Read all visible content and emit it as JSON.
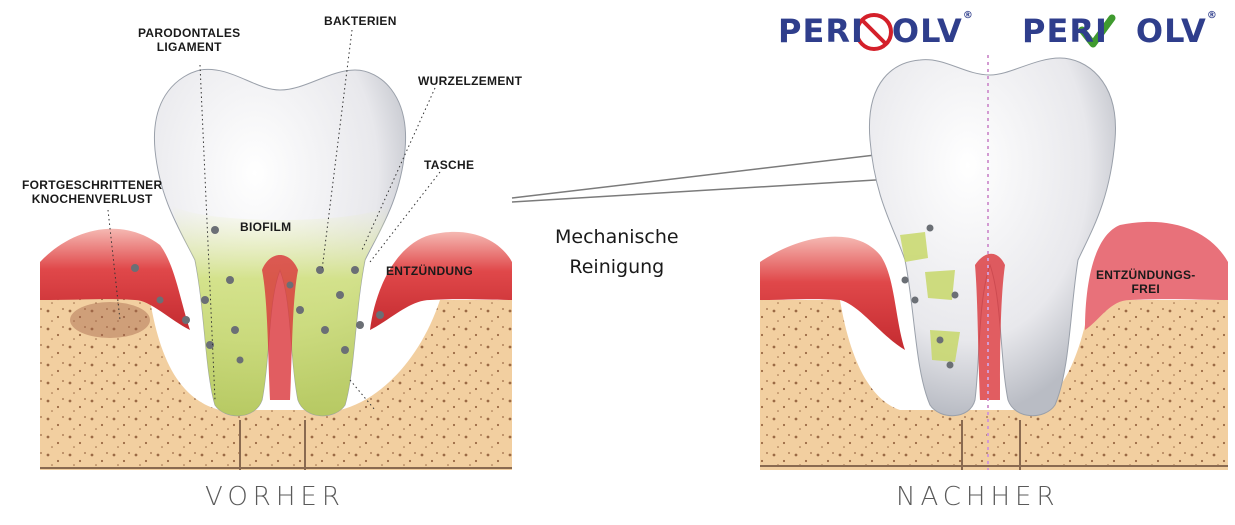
{
  "labels_left": {
    "parodontales_ligament_line1": "PARODONTALES",
    "parodontales_ligament_line2": "LIGAMENT",
    "bakterien": "BAKTERIEN",
    "wurzelzement": "WURZELZEMENT",
    "tasche": "TASCHE",
    "knochenverlust_line1": "FORTGESCHRITTENER",
    "knochenverlust_line2": "KNOCHENVERLUST",
    "biofilm": "BIOFILM",
    "entzuendung": "ENTZÜNDUNG"
  },
  "labels_right": {
    "entzuendungsfrei_line1": "ENTZÜNDUNGS-",
    "entzuendungsfrei_line2": "FREI"
  },
  "middle": {
    "line1": "Mechanische",
    "line2": "Reinigung"
  },
  "captions": {
    "before": "VORHER",
    "after": "NACHHER"
  },
  "brand": {
    "name_prefix": "PERI",
    "name_suffix": "OLV",
    "reg_mark": "®"
  },
  "colors": {
    "brand_blue": "#2f3e8c",
    "no_sign_red": "#d4202a",
    "check_green": "#3f9a2f",
    "gum_red": "#d9343a",
    "bone": "#f2cfa0",
    "biofilm": "#c8d86a"
  },
  "icons": [
    "prohibited-icon",
    "checkmark-icon"
  ]
}
